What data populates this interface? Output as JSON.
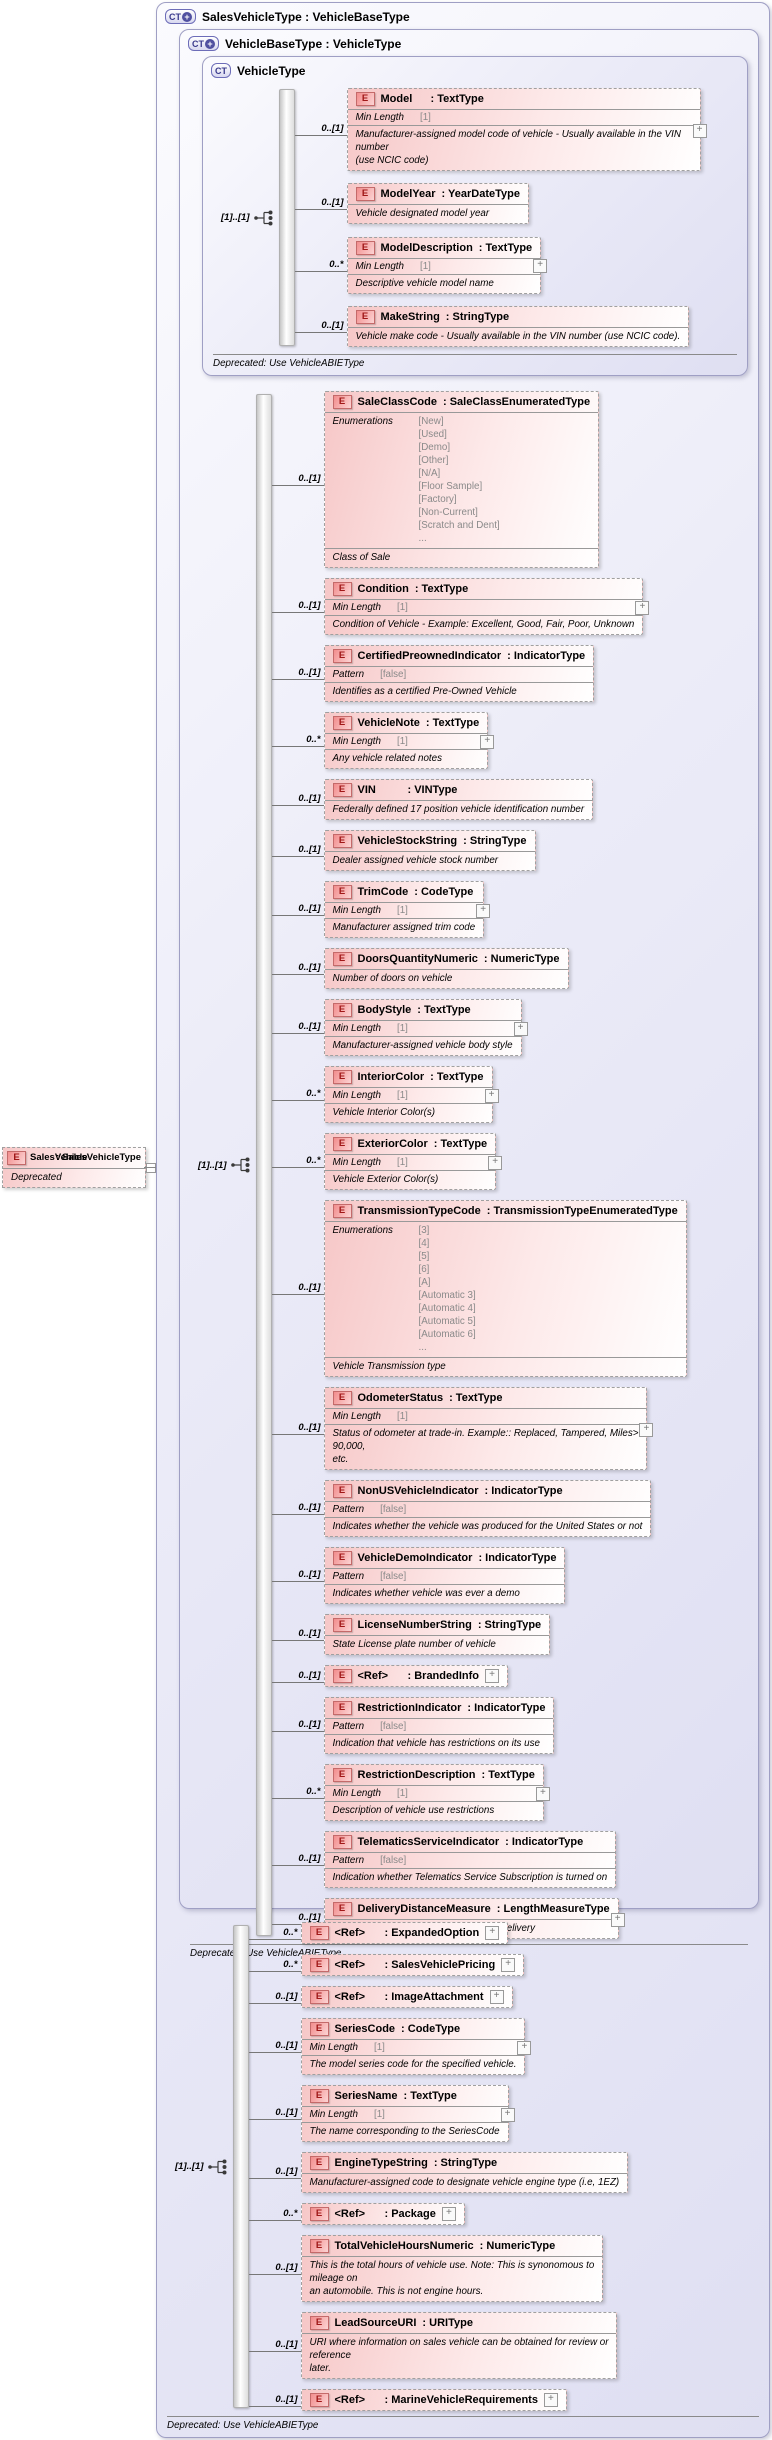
{
  "colors": {
    "container_fill": "#ececf8",
    "container_border": "#9f9fc4",
    "element_fill_pink": "#f6c7c7",
    "element_border": "#a0a0a0",
    "element_badge_red": "#a01818",
    "ct_badge_blue": "#3a3a8c",
    "muted_value_gray": "#8a8a8a"
  },
  "left_element": {
    "badge": "E",
    "name": "SalesVehicle",
    "type": "SalesVehicleType",
    "annotation": "Deprecated"
  },
  "containers": {
    "sales_vehicle_type": {
      "badge": "CT+",
      "title": "SalesVehicleType : VehicleBaseType",
      "footer": "Deprecated: Use VehicleABIEType"
    },
    "vehicle_base_type": {
      "badge": "CT+",
      "title": "VehicleBaseType : VehicleType",
      "footer": "Deprecated: Use VehicleABIEType"
    },
    "vehicle_type": {
      "badge": "CT",
      "title": "VehicleType",
      "footer": "Deprecated: Use VehicleABIEType"
    }
  },
  "sequences": {
    "vehicle_type": {
      "cardinality": "[1]..[1]",
      "elements": [
        {
          "cardinality": "0..[1]",
          "name": "Model",
          "type": "TextType",
          "props": [
            {
              "label": "Min Length",
              "value": "[1]"
            }
          ],
          "annotation": "Manufacturer-assigned model code of vehicle - Usually available in the VIN number\n(use NCIC code)",
          "expand": "outer"
        },
        {
          "cardinality": "0..[1]",
          "name": "ModelYear",
          "type": "YearDateType",
          "annotation": "Vehicle designated model year"
        },
        {
          "cardinality": "0..*",
          "name": "ModelDescription",
          "type": "TextType",
          "props": [
            {
              "label": "Min Length",
              "value": "[1]"
            }
          ],
          "annotation": "Descriptive vehicle model name",
          "expand": "outer"
        },
        {
          "cardinality": "0..[1]",
          "name": "MakeString",
          "type": "StringType",
          "annotation": "Vehicle make code - Usually available in the VIN number (use NCIC code)."
        }
      ]
    },
    "vehicle_base_type": {
      "cardinality": "[1]..[1]",
      "elements": [
        {
          "cardinality": "0..[1]",
          "name": "SaleClassCode",
          "type": "SaleClassEnumeratedType",
          "enums": [
            "[New]",
            "[Used]",
            "[Demo]",
            "[Other]",
            "[N/A]",
            "[Floor Sample]",
            "[Factory]",
            "[Non-Current]",
            "[Scratch and Dent]",
            "..."
          ],
          "annotation": "Class of Sale"
        },
        {
          "cardinality": "0..[1]",
          "name": "Condition",
          "type": "TextType",
          "props": [
            {
              "label": "Min Length",
              "value": "[1]"
            }
          ],
          "annotation": "Condition of Vehicle - Example: Excellent, Good, Fair, Poor, Unknown",
          "expand": "outer"
        },
        {
          "cardinality": "0..[1]",
          "name": "CertifiedPreownedIndicator",
          "type": "IndicatorType",
          "props": [
            {
              "label": "Pattern",
              "value": "[false]"
            }
          ],
          "annotation": "Identifies as a certified Pre-Owned Vehicle"
        },
        {
          "cardinality": "0..*",
          "name": "VehicleNote",
          "type": "TextType",
          "props": [
            {
              "label": "Min Length",
              "value": "[1]"
            }
          ],
          "annotation": "Any vehicle related notes",
          "expand": "outer"
        },
        {
          "cardinality": "0..[1]",
          "name": "VIN",
          "type": "VINType",
          "annotation": "Federally defined 17 position vehicle identification number"
        },
        {
          "cardinality": "0..[1]",
          "name": "VehicleStockString",
          "type": "StringType",
          "annotation": "Dealer assigned vehicle stock number"
        },
        {
          "cardinality": "0..[1]",
          "name": "TrimCode",
          "type": "CodeType",
          "props": [
            {
              "label": "Min Length",
              "value": "[1]"
            }
          ],
          "annotation": "Manufacturer assigned trim code",
          "expand": "outer"
        },
        {
          "cardinality": "0..[1]",
          "name": "DoorsQuantityNumeric",
          "type": "NumericType",
          "annotation": "Number of doors on vehicle"
        },
        {
          "cardinality": "0..[1]",
          "name": "BodyStyle",
          "type": "TextType",
          "props": [
            {
              "label": "Min Length",
              "value": "[1]"
            }
          ],
          "annotation": "Manufacturer-assigned vehicle body style",
          "expand": "outer"
        },
        {
          "cardinality": "0..*",
          "name": "InteriorColor",
          "type": "TextType",
          "props": [
            {
              "label": "Min Length",
              "value": "[1]"
            }
          ],
          "annotation": "Vehicle Interior Color(s)",
          "expand": "outer"
        },
        {
          "cardinality": "0..*",
          "name": "ExteriorColor",
          "type": "TextType",
          "props": [
            {
              "label": "Min Length",
              "value": "[1]"
            }
          ],
          "annotation": "Vehicle Exterior Color(s)",
          "expand": "outer"
        },
        {
          "cardinality": "0..[1]",
          "name": "TransmissionTypeCode",
          "type": "TransmissionTypeEnumeratedType",
          "enums": [
            "[3]",
            "[4]",
            "[5]",
            "[6]",
            "[A]",
            "[Automatic 3]",
            "[Automatic 4]",
            "[Automatic 5]",
            "[Automatic 6]",
            "..."
          ],
          "annotation": "Vehicle Transmission type"
        },
        {
          "cardinality": "0..[1]",
          "name": "OdometerStatus",
          "type": "TextType",
          "props": [
            {
              "label": "Min Length",
              "value": "[1]"
            }
          ],
          "annotation": "Status of odometer at trade-in. Example:: Replaced, Tampered, Miles>\n90,000,\netc.",
          "expand": "outer"
        },
        {
          "cardinality": "0..[1]",
          "name": "NonUSVehicleIndicator",
          "type": "IndicatorType",
          "props": [
            {
              "label": "Pattern",
              "value": "[false]"
            }
          ],
          "annotation": "Indicates whether the vehicle was produced for the United States or not"
        },
        {
          "cardinality": "0..[1]",
          "name": "VehicleDemoIndicator",
          "type": "IndicatorType",
          "props": [
            {
              "label": "Pattern",
              "value": "[false]"
            }
          ],
          "annotation": "Indicates whether vehicle was ever a demo"
        },
        {
          "cardinality": "0..[1]",
          "name": "LicenseNumberString",
          "type": "StringType",
          "annotation": "State License plate number of vehicle"
        },
        {
          "cardinality": "0..[1]",
          "name": "<Ref>",
          "type": "BrandedInfo",
          "expand": "inline"
        },
        {
          "cardinality": "0..[1]",
          "name": "RestrictionIndicator",
          "type": "IndicatorType",
          "props": [
            {
              "label": "Pattern",
              "value": "[false]"
            }
          ],
          "annotation": "Indication that vehicle has restrictions on its use"
        },
        {
          "cardinality": "0..*",
          "name": "RestrictionDescription",
          "type": "TextType",
          "props": [
            {
              "label": "Min Length",
              "value": "[1]"
            }
          ],
          "annotation": "Description of vehicle use restrictions",
          "expand": "outer"
        },
        {
          "cardinality": "0..[1]",
          "name": "TelematicsServiceIndicator",
          "type": "IndicatorType",
          "props": [
            {
              "label": "Pattern",
              "value": "[false]"
            }
          ],
          "annotation": "Indication whether Telematics Service Subscription is turned on"
        },
        {
          "cardinality": "0..[1]",
          "name": "DeliveryDistanceMeasure",
          "type": "LengthMeasureType",
          "annotation": "Odometer reading of vehicle at time of delivery",
          "expand": "outer"
        }
      ]
    },
    "sales_vehicle_type": {
      "cardinality": "[1]..[1]",
      "elements": [
        {
          "cardinality": "0..*",
          "name": "<Ref>",
          "type": "ExpandedOption",
          "expand": "inline"
        },
        {
          "cardinality": "0..*",
          "name": "<Ref>",
          "type": "SalesVehiclePricing",
          "expand": "inline"
        },
        {
          "cardinality": "0..[1]",
          "name": "<Ref>",
          "type": "ImageAttachment",
          "expand": "inline"
        },
        {
          "cardinality": "0..[1]",
          "name": "SeriesCode",
          "type": "CodeType",
          "props": [
            {
              "label": "Min Length",
              "value": "[1]"
            }
          ],
          "annotation": "The model series code for the specified vehicle.",
          "expand": "outer"
        },
        {
          "cardinality": "0..[1]",
          "name": "SeriesName",
          "type": "TextType",
          "props": [
            {
              "label": "Min Length",
              "value": "[1]"
            }
          ],
          "annotation": "The name corresponding to the SeriesCode",
          "expand": "outer"
        },
        {
          "cardinality": "0..[1]",
          "name": "EngineTypeString",
          "type": "StringType",
          "annotation": "Manufacturer-assigned code to designate vehicle engine type (i.e, 1EZ)"
        },
        {
          "cardinality": "0..*",
          "name": "<Ref>",
          "type": "Package",
          "expand": "inline"
        },
        {
          "cardinality": "0..[1]",
          "name": "TotalVehicleHoursNumeric",
          "type": "NumericType",
          "annotation": "This is the total hours of vehicle use. Note: This is synonomous to\nmileage on\nan automobile. This is not engine hours."
        },
        {
          "cardinality": "0..[1]",
          "name": "LeadSourceURI",
          "type": "URIType",
          "annotation": "URI where information on sales vehicle can be obtained for review or\nreference\nlater."
        },
        {
          "cardinality": "0..[1]",
          "name": "<Ref>",
          "type": "MarineVehicleRequirements",
          "expand": "inline"
        }
      ]
    }
  }
}
